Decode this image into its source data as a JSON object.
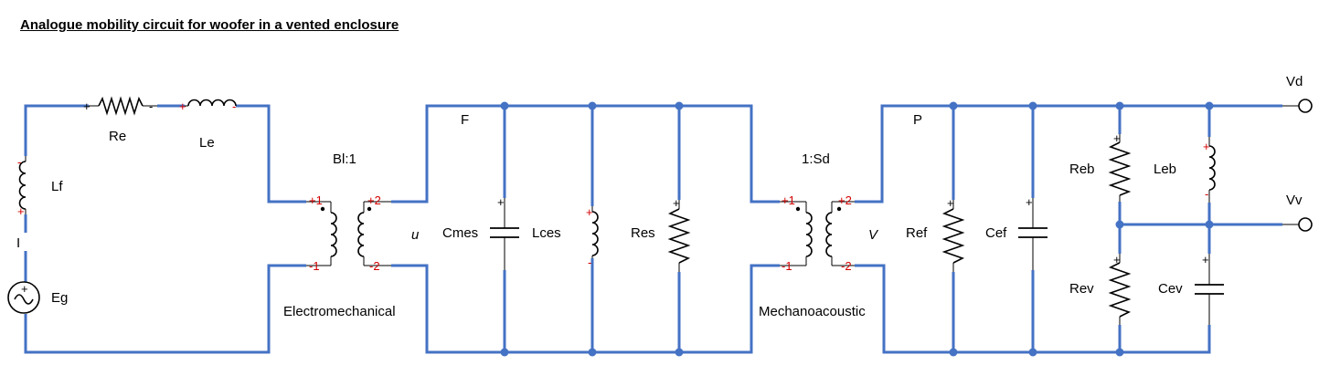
{
  "title": "Analogue mobility circuit for woofer in a vented enclosure",
  "components": {
    "re": "Re",
    "le": "Le",
    "lf": "Lf",
    "current": "I",
    "eg": "Eg",
    "bl_ratio": "Bl:1",
    "electromechanical": "Electromechanical",
    "force": "F",
    "velocity": "u",
    "cmes": "Cmes",
    "lces": "Lces",
    "res": "Res",
    "sd_ratio": "1:Sd",
    "mechanoacoustic": "Mechanoacoustic",
    "pressure": "P",
    "volume_velocity": "V",
    "ref": "Ref",
    "cef": "Cef",
    "reb": "Reb",
    "leb": "Leb",
    "rev": "Rev",
    "cev": "Cev",
    "vd": "Vd",
    "vv": "Vv"
  },
  "terminals": {
    "plus1": "+1",
    "minus1": "-1",
    "plus2": "+2",
    "minus2": "-2",
    "plus": "+",
    "minus": "-"
  },
  "colors": {
    "wire": "#4472c4",
    "polarity": "#d40000"
  }
}
